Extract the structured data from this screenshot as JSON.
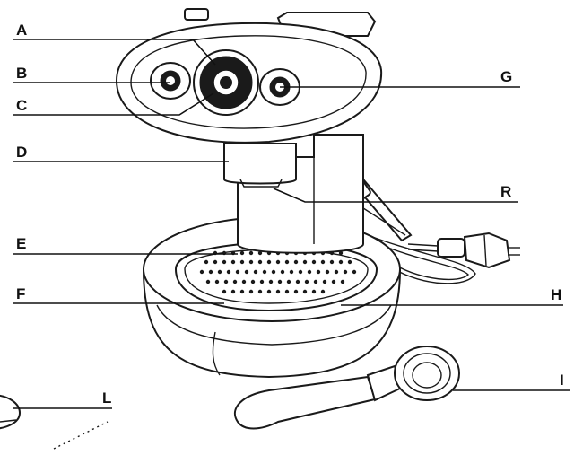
{
  "callouts": [
    {
      "id": "a",
      "text": "A"
    },
    {
      "id": "b",
      "text": "B"
    },
    {
      "id": "c",
      "text": "C"
    },
    {
      "id": "d",
      "text": "D"
    },
    {
      "id": "e",
      "text": "E"
    },
    {
      "id": "f",
      "text": "F"
    },
    {
      "id": "g",
      "text": "G"
    },
    {
      "id": "r",
      "text": "R"
    },
    {
      "id": "h",
      "text": "H"
    },
    {
      "id": "i",
      "text": "I"
    },
    {
      "id": "l",
      "text": "L"
    }
  ]
}
